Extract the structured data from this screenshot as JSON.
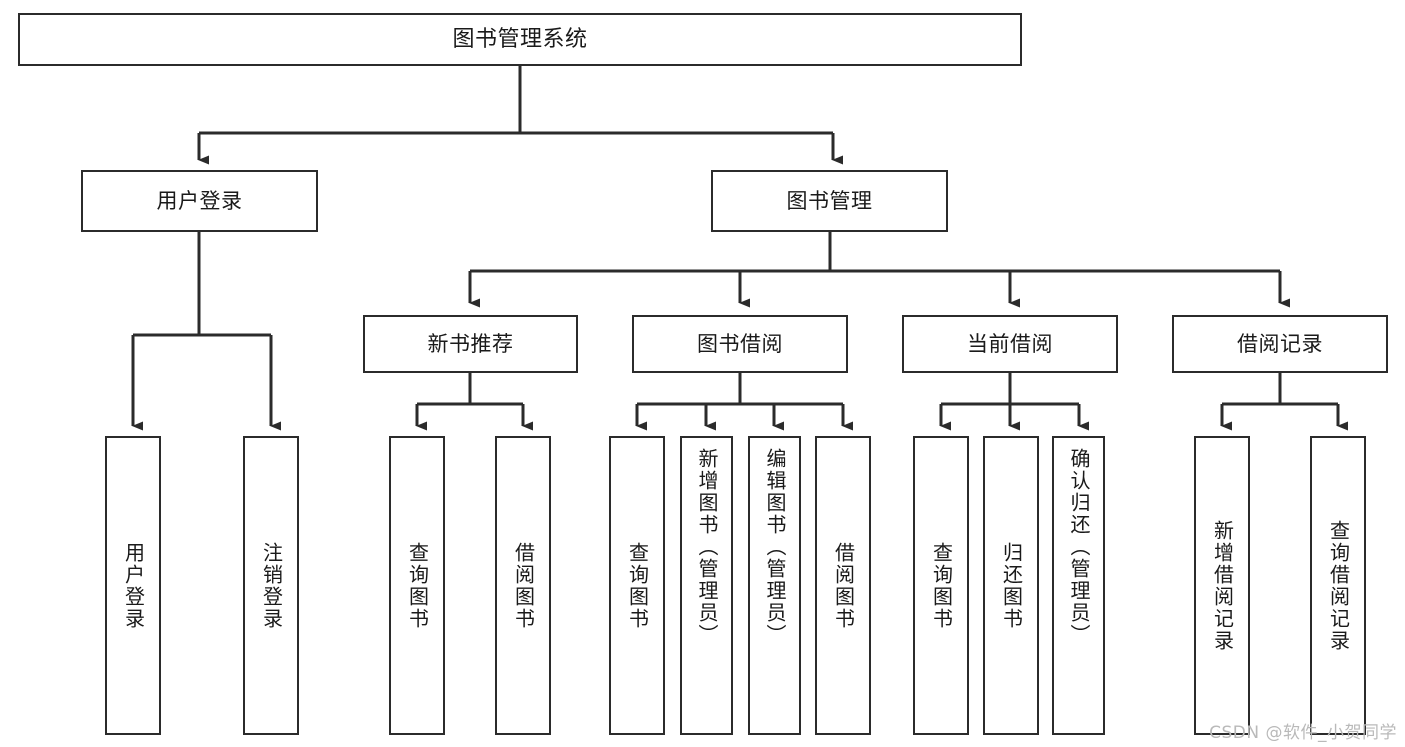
{
  "diagram": {
    "type": "tree-hierarchy",
    "title": "图书管理系统",
    "orientation": "top-down",
    "line_color": "#2b2b2b",
    "box_fill": "#ffffff",
    "nodes": {
      "root": {
        "label": "图书管理系统",
        "level": 0
      },
      "user_login": {
        "label": "用户登录",
        "level": 1
      },
      "book_manage": {
        "label": "图书管理",
        "level": 1
      },
      "new_book_rec": {
        "label": "新书推荐",
        "level": 2
      },
      "book_borrow": {
        "label": "图书借阅",
        "level": 2
      },
      "current_borrow": {
        "label": "当前借阅",
        "level": 2
      },
      "borrow_record": {
        "label": "借阅记录",
        "level": 2
      },
      "leaf_user_login": {
        "label": "用户登录",
        "level": 3
      },
      "leaf_logout": {
        "label": "注销登录",
        "level": 3
      },
      "leaf_query_book_1": {
        "label": "查询图书",
        "level": 3
      },
      "leaf_borrow_book_1": {
        "label": "借阅图书",
        "level": 3
      },
      "leaf_query_book_2": {
        "label": "查询图书",
        "level": 3
      },
      "leaf_add_book": {
        "label": "新增图书（管理员）",
        "level": 3
      },
      "leaf_edit_book": {
        "label": "编辑图书（管理员）",
        "level": 3
      },
      "leaf_borrow_book_2": {
        "label": "借阅图书",
        "level": 3
      },
      "leaf_query_book_3": {
        "label": "查询图书",
        "level": 3
      },
      "leaf_return_book": {
        "label": "归还图书",
        "level": 3
      },
      "leaf_confirm_return": {
        "label": "确认归还（管理员）",
        "level": 3
      },
      "leaf_add_record": {
        "label": "新增借阅记录",
        "level": 3
      },
      "leaf_query_record": {
        "label": "查询借阅记录",
        "level": 3
      }
    },
    "edges": [
      {
        "from": "root",
        "to": "user_login"
      },
      {
        "from": "root",
        "to": "book_manage"
      },
      {
        "from": "user_login",
        "to": "leaf_user_login"
      },
      {
        "from": "user_login",
        "to": "leaf_logout"
      },
      {
        "from": "book_manage",
        "to": "new_book_rec"
      },
      {
        "from": "book_manage",
        "to": "book_borrow"
      },
      {
        "from": "book_manage",
        "to": "current_borrow"
      },
      {
        "from": "book_manage",
        "to": "borrow_record"
      },
      {
        "from": "new_book_rec",
        "to": "leaf_query_book_1"
      },
      {
        "from": "new_book_rec",
        "to": "leaf_borrow_book_1"
      },
      {
        "from": "book_borrow",
        "to": "leaf_query_book_2"
      },
      {
        "from": "book_borrow",
        "to": "leaf_add_book"
      },
      {
        "from": "book_borrow",
        "to": "leaf_edit_book"
      },
      {
        "from": "book_borrow",
        "to": "leaf_borrow_book_2"
      },
      {
        "from": "current_borrow",
        "to": "leaf_query_book_3"
      },
      {
        "from": "current_borrow",
        "to": "leaf_return_book"
      },
      {
        "from": "current_borrow",
        "to": "leaf_confirm_return"
      },
      {
        "from": "borrow_record",
        "to": "leaf_add_record"
      },
      {
        "from": "borrow_record",
        "to": "leaf_query_record"
      }
    ]
  },
  "watermark": {
    "text": "CSDN @软件_小贺同学"
  }
}
